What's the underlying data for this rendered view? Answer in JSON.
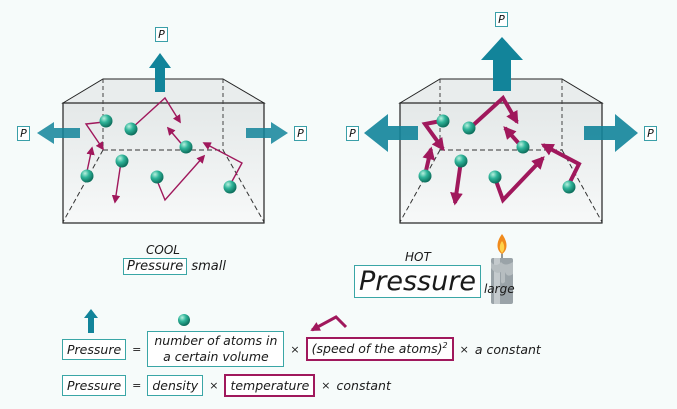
{
  "pressure_tag": "P",
  "cool": {
    "title": "COOL",
    "pressure_label": "Pressure",
    "pressure_size": "small"
  },
  "hot": {
    "title": "HOT",
    "pressure_label": "Pressure",
    "pressure_size": "large"
  },
  "equation1": {
    "lhs": "Pressure",
    "equals": "=",
    "term1_line1": "number of atoms in",
    "term1_line2": "a certain volume",
    "times1": "×",
    "term2": "(speed of the atoms)",
    "term2_exponent": "2",
    "times2": "×",
    "term3": "a constant"
  },
  "equation2": {
    "lhs": "Pressure",
    "equals": "=",
    "term1": "density",
    "times1": "×",
    "term2": "temperature",
    "times2": "×",
    "term3": "constant"
  },
  "colors": {
    "teal_arrow": "#12849a",
    "atom": "#2fb59a",
    "path": "#a0185c",
    "box_teal": "#3aa6a6",
    "box_magenta": "#a0185c"
  }
}
